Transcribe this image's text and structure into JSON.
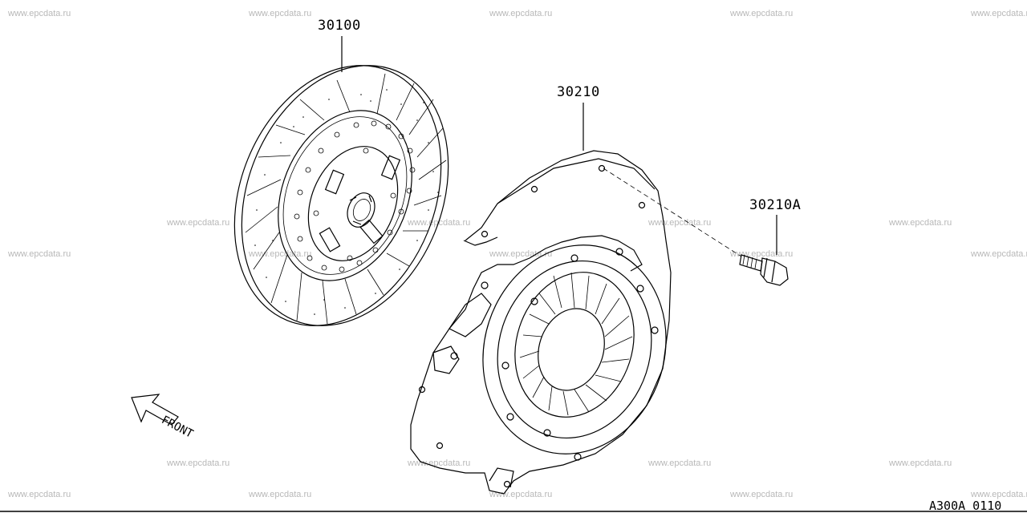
{
  "watermark": "www.epcdata.ru",
  "parts": {
    "clutch_disc": "30100",
    "clutch_cover": "30210",
    "bolt": "30210A"
  },
  "front_label": "FRONT",
  "diagram_code": "A300A 0110"
}
